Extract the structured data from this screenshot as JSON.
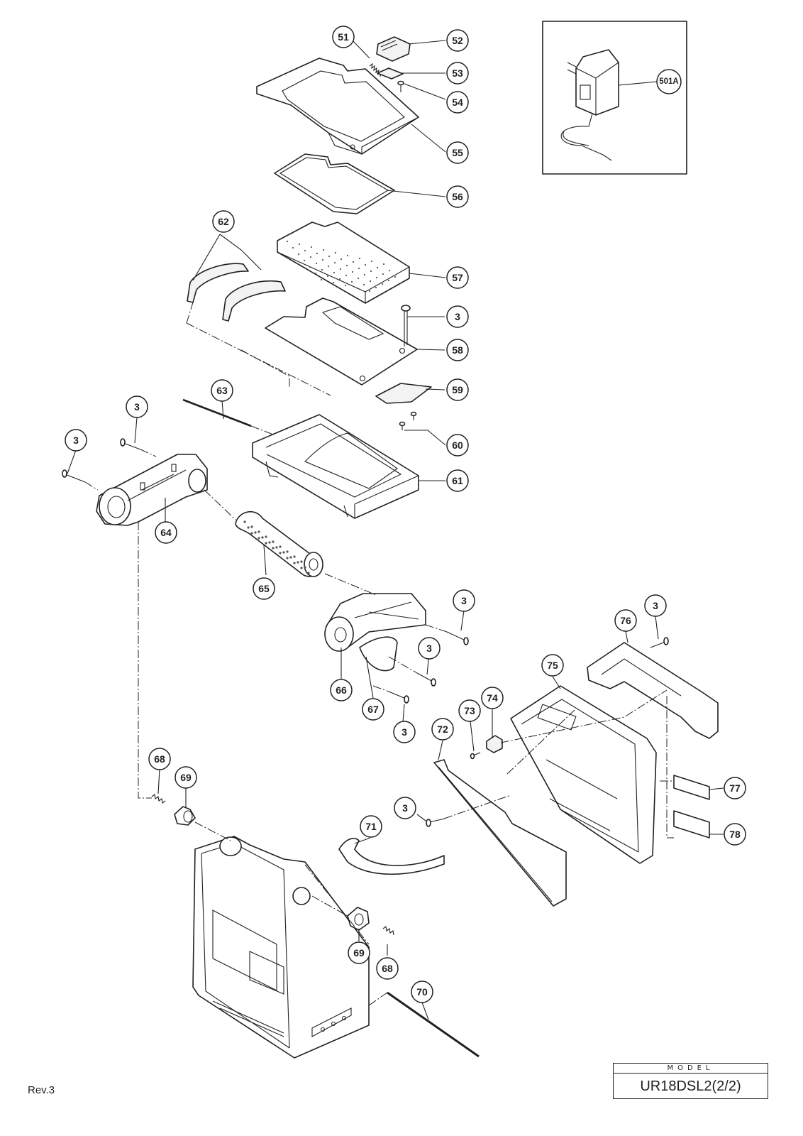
{
  "diagram": {
    "callouts": [
      {
        "id": "c51",
        "label": "51"
      },
      {
        "id": "c52",
        "label": "52"
      },
      {
        "id": "c53",
        "label": "53"
      },
      {
        "id": "c54",
        "label": "54"
      },
      {
        "id": "c55",
        "label": "55"
      },
      {
        "id": "c56",
        "label": "56"
      },
      {
        "id": "c57",
        "label": "57"
      },
      {
        "id": "c58",
        "label": "58"
      },
      {
        "id": "c59",
        "label": "59"
      },
      {
        "id": "c60",
        "label": "60"
      },
      {
        "id": "c61",
        "label": "61"
      },
      {
        "id": "c62",
        "label": "62"
      },
      {
        "id": "c63",
        "label": "63"
      },
      {
        "id": "c64",
        "label": "64"
      },
      {
        "id": "c65",
        "label": "65"
      },
      {
        "id": "c66",
        "label": "66"
      },
      {
        "id": "c67",
        "label": "67"
      },
      {
        "id": "c68a",
        "label": "68"
      },
      {
        "id": "c68b",
        "label": "68"
      },
      {
        "id": "c69a",
        "label": "69"
      },
      {
        "id": "c69b",
        "label": "69"
      },
      {
        "id": "c70",
        "label": "70"
      },
      {
        "id": "c71",
        "label": "71"
      },
      {
        "id": "c72",
        "label": "72"
      },
      {
        "id": "c73",
        "label": "73"
      },
      {
        "id": "c74",
        "label": "74"
      },
      {
        "id": "c75",
        "label": "75"
      },
      {
        "id": "c76",
        "label": "76"
      },
      {
        "id": "c77",
        "label": "77"
      },
      {
        "id": "c78",
        "label": "78"
      },
      {
        "id": "c3a",
        "label": "3"
      },
      {
        "id": "c3b",
        "label": "3"
      },
      {
        "id": "c3c",
        "label": "3"
      },
      {
        "id": "c3d",
        "label": "3"
      },
      {
        "id": "c3e",
        "label": "3"
      },
      {
        "id": "c3f",
        "label": "3"
      },
      {
        "id": "c3g",
        "label": "3"
      },
      {
        "id": "c3h",
        "label": "3"
      },
      {
        "id": "c501a",
        "label": "501A"
      }
    ]
  },
  "footer": {
    "revision": "Rev.3",
    "model_label": "MODEL",
    "model_value": "UR18DSL2(2/2)"
  }
}
